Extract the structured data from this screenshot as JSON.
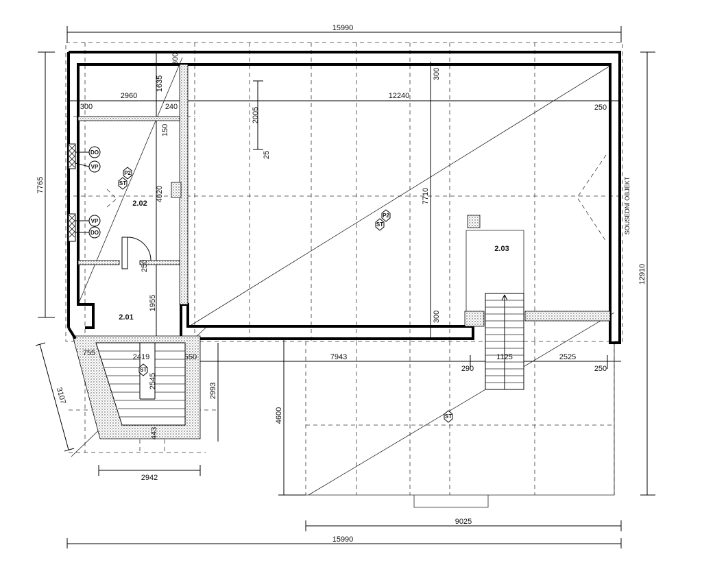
{
  "dimensions": {
    "top_total": "15990",
    "bottom_total": "15990",
    "bottom_part": "9025",
    "left_height": "7765",
    "right_height": "12910",
    "room_top_left_width": "2960",
    "room_top_right_width": "12240",
    "wall_300_left": "300",
    "wall_240": "240",
    "wall_300_top": "300",
    "wall_300_bottom": "300",
    "wall_250_right": "250",
    "wall_250_bottom": "250",
    "dim_1635": "1635",
    "dim_150": "150",
    "dim_4020": "4020",
    "dim_2005": "2005",
    "dim_25": "25",
    "dim_7710": "7710",
    "dim_250_door": "250",
    "dim_1955": "1955",
    "dim_300_corner": "300",
    "dim_2419": "2419",
    "dim_550": "550",
    "dim_7943": "7943",
    "dim_290": "290",
    "dim_1125": "1125",
    "dim_2525": "2525",
    "dim_2545": "2545",
    "dim_2993": "2993",
    "dim_4600": "4600",
    "dim_3107": "3107",
    "dim_2942": "2942",
    "dim_755": "755",
    "dim_443": "443"
  },
  "rooms": {
    "r201": "2.01",
    "r202": "2.02",
    "r203": "2.03"
  },
  "symbols": {
    "do": "DO",
    "vp": "VP",
    "p2": "P2",
    "st": "ST"
  },
  "labels": {
    "neighbor": "SOUSEDNÍ OBJEKT"
  }
}
